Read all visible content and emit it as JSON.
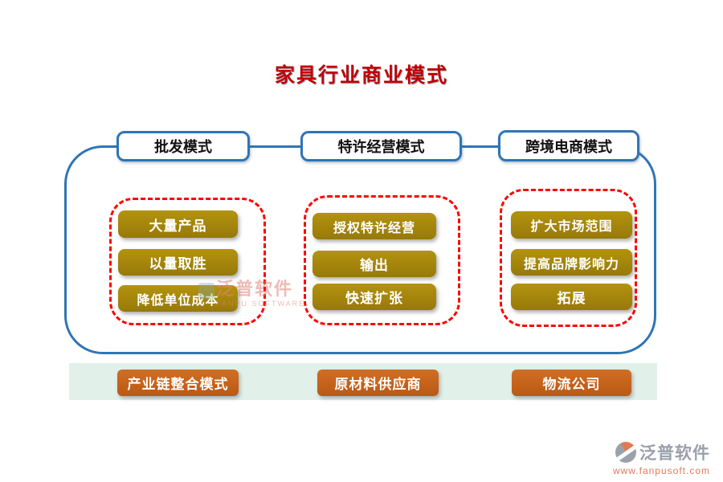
{
  "title": "家具行业商业模式",
  "colors": {
    "title_red": "#C00000",
    "outline_blue": "#2E75B6",
    "dashed_red": "#FF0000",
    "gold_button": "#A4850B",
    "orange_button": "#C4611A",
    "strip_green": "#E2F0EA"
  },
  "columns": [
    {
      "header": "批发模式",
      "items": [
        "大量产品",
        "以量取胜",
        "降低单位成本"
      ]
    },
    {
      "header": "特许经营模式",
      "items": [
        "授权特许经营",
        "输出",
        "快速扩张"
      ]
    },
    {
      "header": "跨境电商模式",
      "items": [
        "扩大市场范围",
        "提高品牌影响力",
        "拓展"
      ]
    }
  ],
  "bottom_row": {
    "items": [
      "产业链整合模式",
      "原材料供应商",
      "物流公司"
    ]
  },
  "watermark_center": {
    "name": "泛普软件",
    "sub": "FANPU SOFTWARE"
  },
  "watermark_footer": {
    "name": "泛普软件",
    "url": "www.fanpusoft.com"
  }
}
